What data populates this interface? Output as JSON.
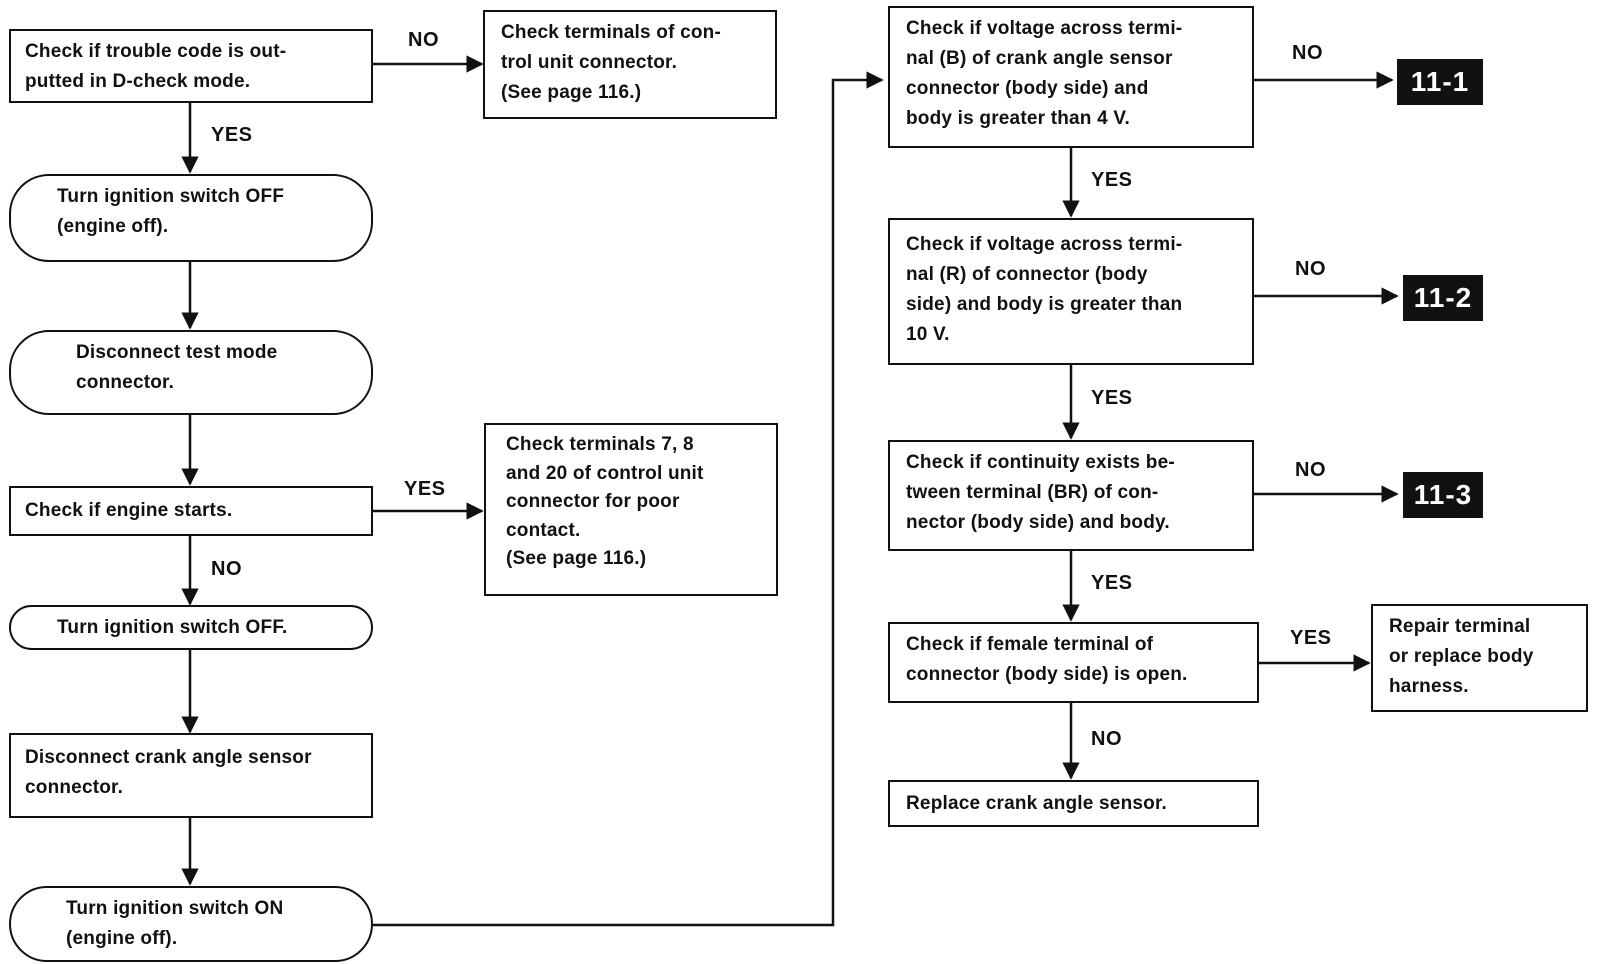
{
  "nodes": {
    "trouble_code": "Check if trouble code is out-\nputted in D-check mode.",
    "check_terminals_a": "Check terminals of con-\ntrol unit connector.\n(See page 116.)",
    "ign_off_1": "Turn ignition switch OFF\n(engine off).",
    "disconnect_test": "Disconnect test mode\nconnector.",
    "engine_starts": "Check if engine starts.",
    "check_terminals_b": "Check terminals 7, 8\nand 20 of control unit\nconnector for poor\ncontact.\n(See page 116.)",
    "ign_off_2": "Turn ignition switch OFF.",
    "disconnect_crank": "Disconnect crank angle sensor\nconnector.",
    "ign_on": "Turn ignition switch ON\n(engine off).",
    "voltage_b": "Check if voltage across termi-\nnal (B) of crank angle sensor\nconnector (body side) and\nbody is greater than 4 V.",
    "voltage_r": "Check if voltage across termi-\nnal (R) of connector (body\nside) and body is greater than\n10 V.",
    "continuity_br": "Check if continuity exists be-\ntween terminal (BR) of con-\nnector (body side) and body.",
    "female_terminal": "Check if female terminal of\nconnector (body side) is open.",
    "repair": "Repair terminal\nor replace body\nharness.",
    "replace_sensor": "Replace crank angle sensor."
  },
  "edge_labels": {
    "no_1": "NO",
    "yes_1": "YES",
    "yes_2": "YES",
    "no_2": "NO",
    "no_3": "NO",
    "yes_3": "YES",
    "no_4": "NO",
    "yes_4": "YES",
    "no_5": "NO",
    "yes_5": "YES",
    "yes_6": "YES",
    "no_6": "NO"
  },
  "tags": {
    "t11_1": "11-1",
    "t11_2": "11-2",
    "t11_3": "11-3"
  },
  "colors": {
    "line": "#111111",
    "tag_bg": "#111111",
    "tag_text": "#ffffff"
  }
}
